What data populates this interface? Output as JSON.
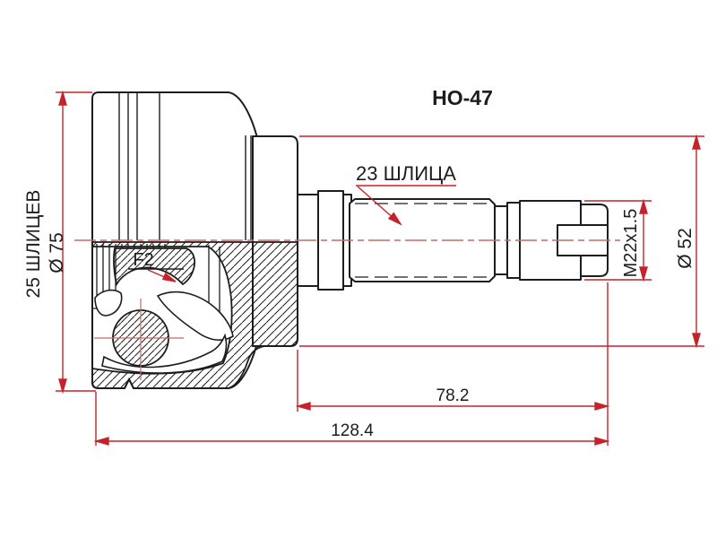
{
  "drawing": {
    "part_code": "HO-47",
    "type_note": "CV joint outer half-section technical drawing"
  },
  "annotations": {
    "shaft_splines": "23 ШЛИЦА",
    "hub_splines": "25 ШЛИЦЕВ",
    "groove_label": "F2"
  },
  "dimensions": {
    "outer_diameter": "Ø 75",
    "ring_diameter": "Ø 52",
    "thread_spec": "M22x1.5",
    "shaft_length": "78.2",
    "total_length": "128.4"
  },
  "colors": {
    "dimension_red": "#c5232b",
    "centerline_red": "#c06b6e",
    "drawing_line": "#1d1d1d",
    "background": "#ffffff"
  }
}
